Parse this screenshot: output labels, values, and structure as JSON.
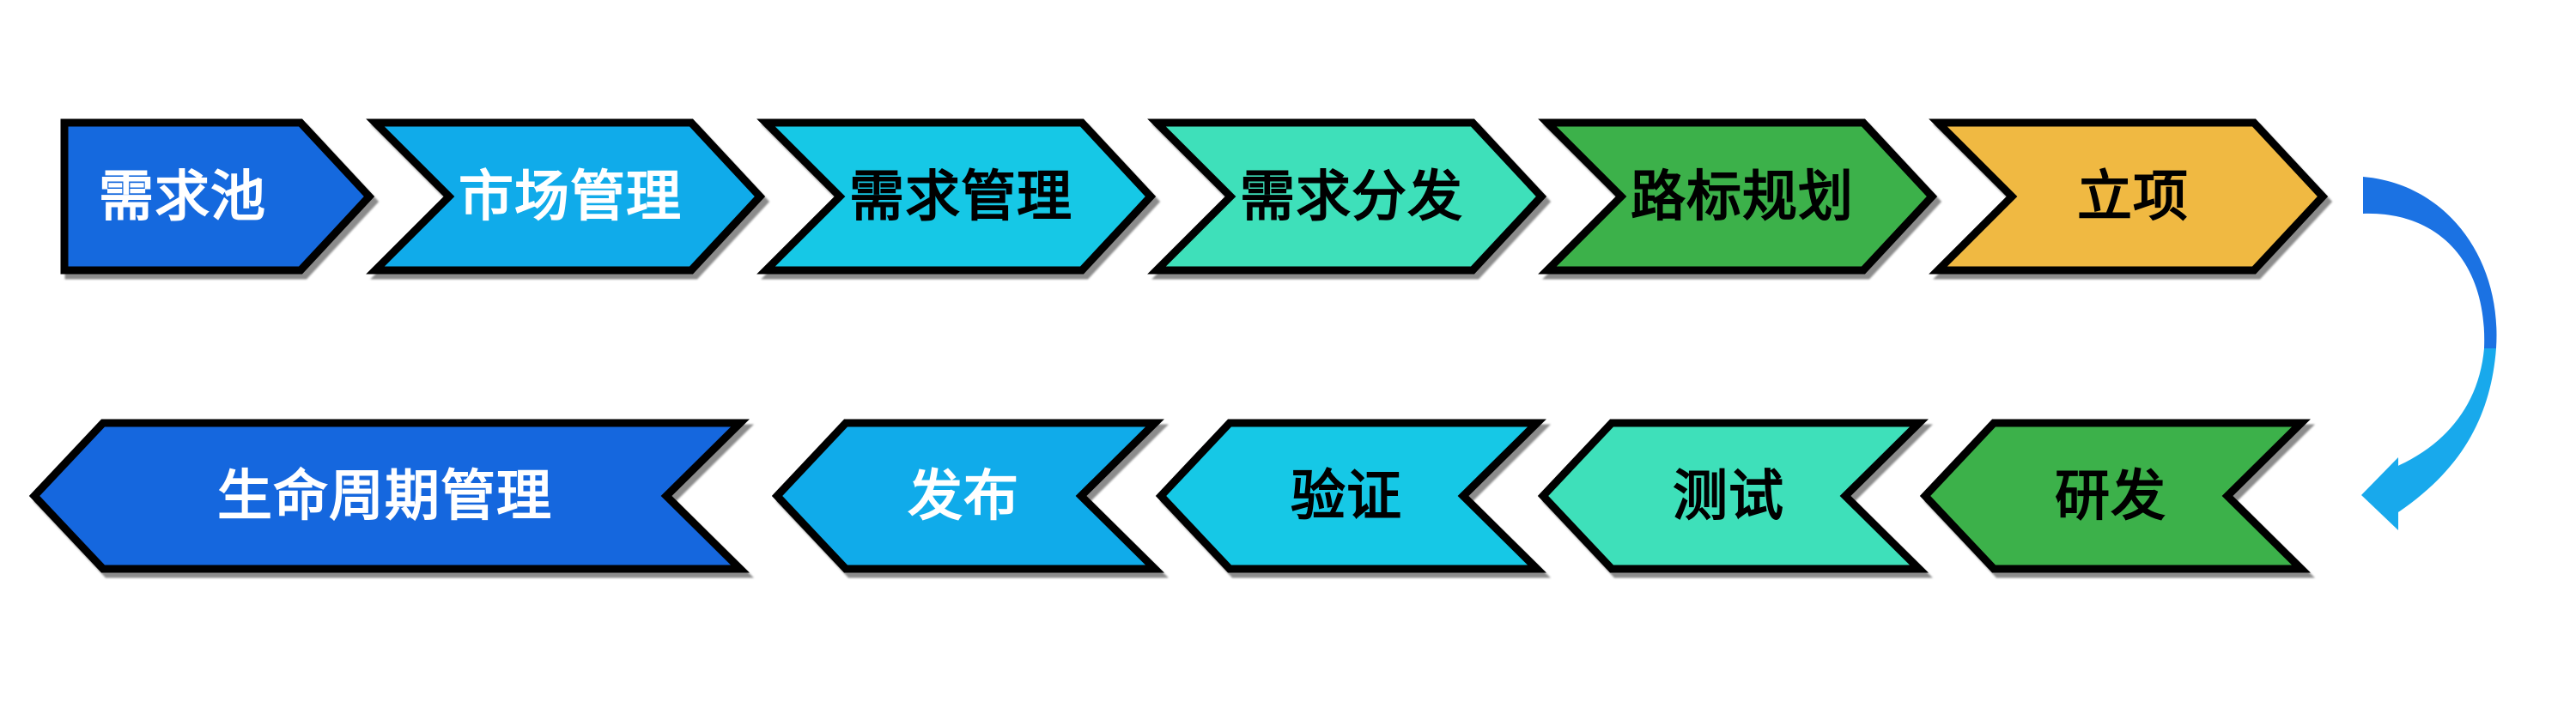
{
  "page": {
    "background": "#ffffff"
  },
  "diagram": {
    "type": "process-flow-chevrons",
    "outline_color": "#000000",
    "rows": {
      "top": {
        "direction": "right",
        "steps": [
          {
            "id": "demand-pool",
            "label": "需求池",
            "fill": "#1569DE",
            "text_color": "#FFFFFF"
          },
          {
            "id": "market-management",
            "label": "市场管理",
            "fill": "#10ABEA",
            "text_color": "#FFFFFF"
          },
          {
            "id": "requirement-management",
            "label": "需求管理",
            "fill": "#16C8E6",
            "text_color": "#000000"
          },
          {
            "id": "requirement-distribution",
            "label": "需求分发",
            "fill": "#3EE0BA",
            "text_color": "#000000"
          },
          {
            "id": "roadmap-planning",
            "label": "路标规划",
            "fill": "#3CB14A",
            "text_color": "#000000"
          },
          {
            "id": "project-initiation",
            "label": "立项",
            "fill": "#F0B942",
            "text_color": "#000000"
          }
        ]
      },
      "bottom": {
        "direction": "left",
        "steps": [
          {
            "id": "lifecycle-management",
            "label": "生命周期管理",
            "fill": "#1567DE",
            "text_color": "#FFFFFF"
          },
          {
            "id": "release",
            "label": "发布",
            "fill": "#10ABEA",
            "text_color": "#FFFFFF"
          },
          {
            "id": "verification",
            "label": "验证",
            "fill": "#16C8E6",
            "text_color": "#000000"
          },
          {
            "id": "testing",
            "label": "测试",
            "fill": "#3EE0BA",
            "text_color": "#000000"
          },
          {
            "id": "development",
            "label": "研发",
            "fill": "#3CB14A",
            "text_color": "#000000"
          }
        ]
      }
    },
    "connector": {
      "id": "loop-arrow",
      "color_top": "#1B72E3",
      "color_bottom": "#18A9EC"
    }
  }
}
